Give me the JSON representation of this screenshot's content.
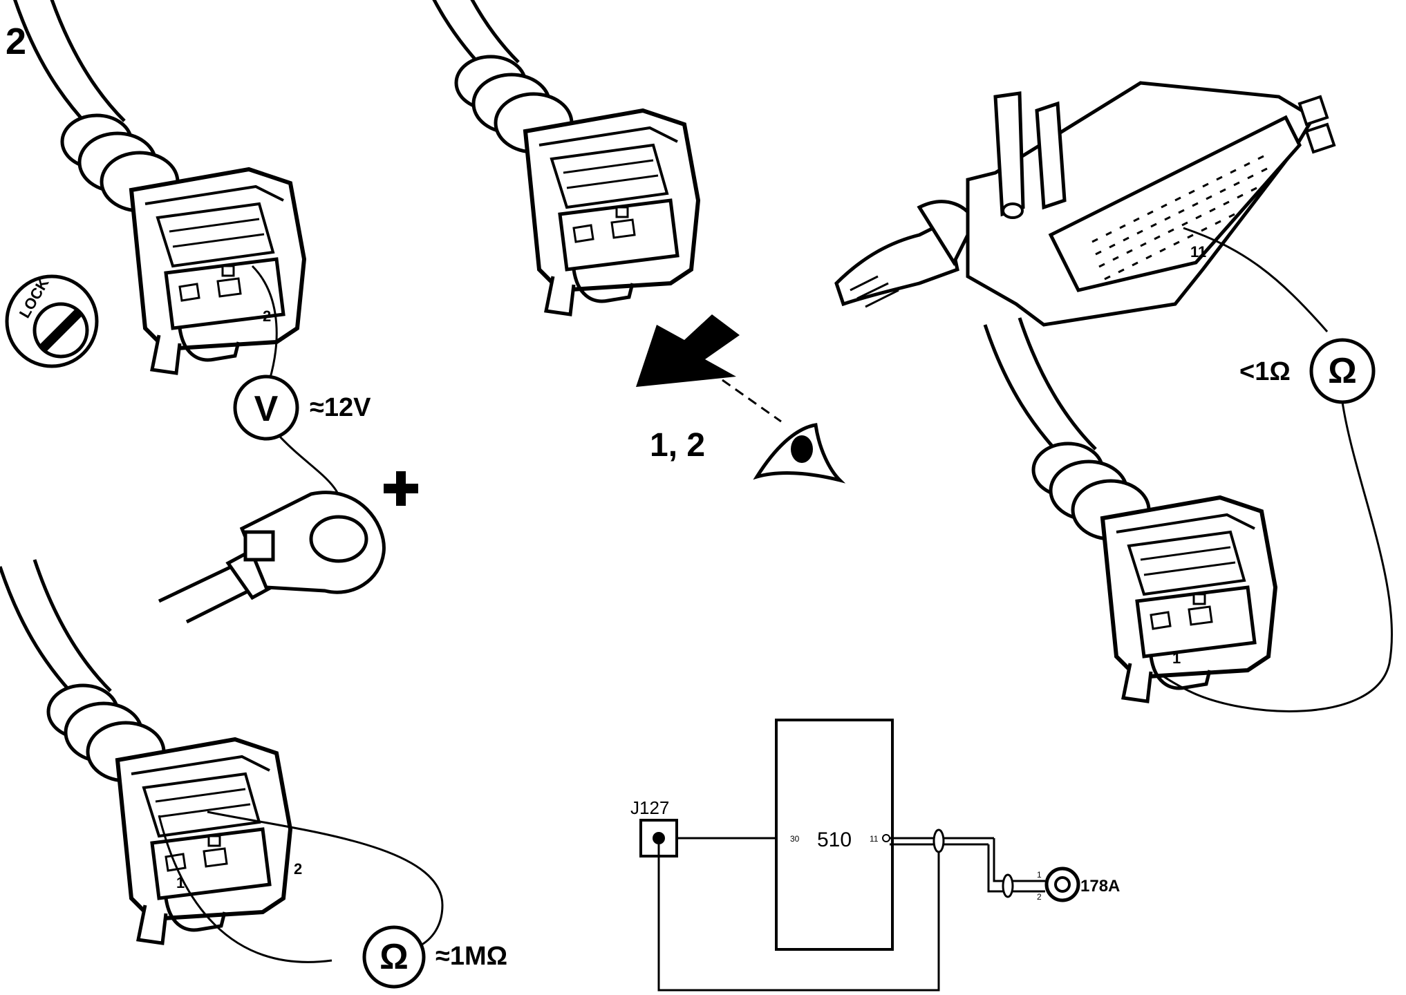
{
  "step_number": "2",
  "lock_label": "LOCK",
  "panel_voltage": {
    "meter_symbol": "V",
    "reading": "≈12V",
    "pin_label": "2",
    "battery_sign": "+"
  },
  "panel_insulation": {
    "meter_symbol": "Ω",
    "reading": "≈1MΩ",
    "pin_1": "1",
    "pin_2": "2"
  },
  "panel_inspection": {
    "step_ref": "1, 2"
  },
  "panel_continuity": {
    "ecu_pin": "11",
    "meter_symbol": "Ω",
    "reading": "<1Ω",
    "pin_label": "1"
  },
  "wiring_diagram": {
    "connector": "J127",
    "module": "510",
    "module_pin_in": "30",
    "module_pin_out": "11",
    "component": "178A",
    "component_pin_1": "1",
    "component_pin_2": "2"
  }
}
